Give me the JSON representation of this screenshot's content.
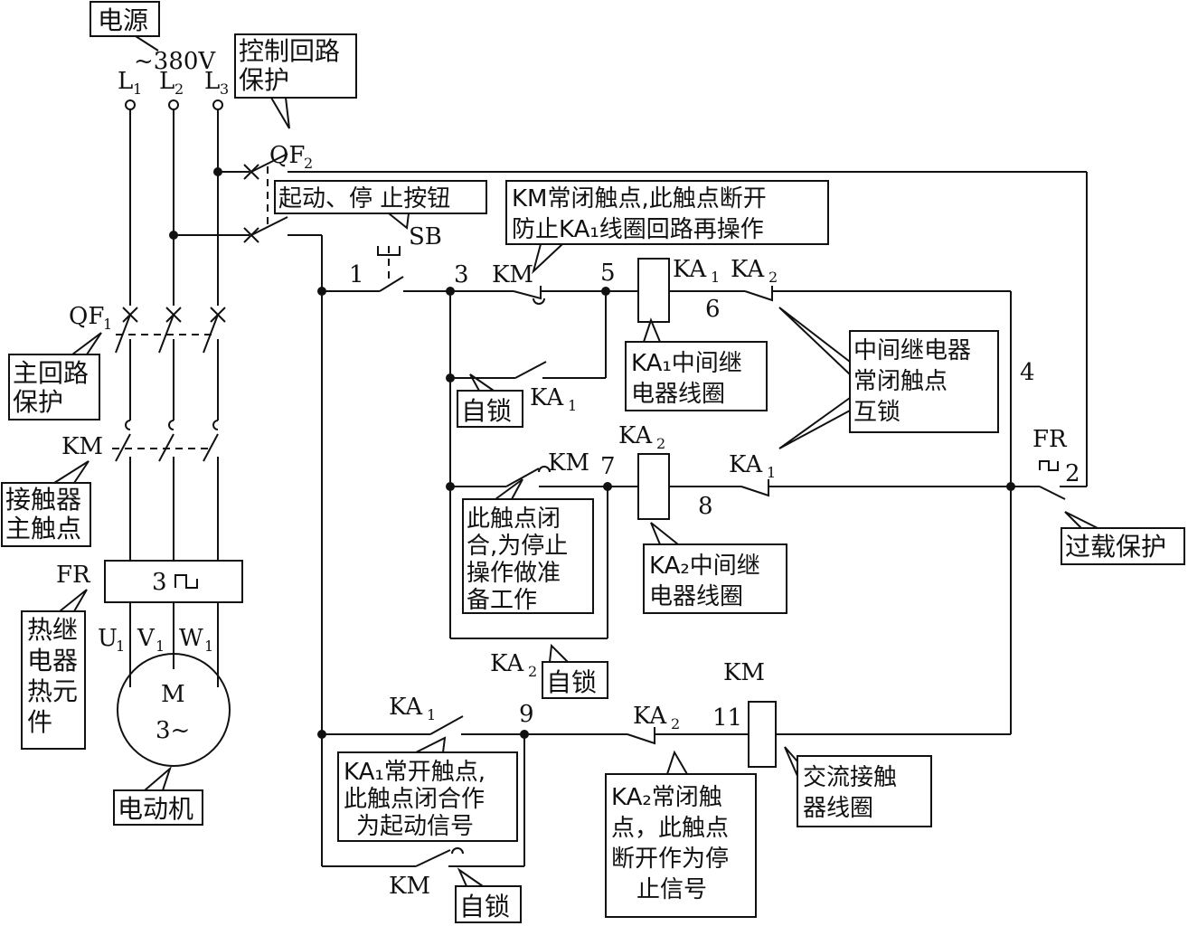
{
  "callouts": {
    "power": "电源",
    "ctrl_protect": [
      "控制回路",
      "保护"
    ],
    "start_stop": "起动、停 止按钮",
    "km_nc_note": [
      "KM常闭触点,此触点断开",
      "防止KA₁线圈回路再操作"
    ],
    "main_protect": [
      "主回路",
      "保护"
    ],
    "self_lock_1": "自锁",
    "ka1_coil": [
      "KA₁中间继",
      "电器线圈"
    ],
    "interlock": [
      "中间继电器",
      "常闭触点",
      "互锁"
    ],
    "contactor_main": [
      "接触器",
      "主触点"
    ],
    "km_no_note": [
      "此触点闭",
      "合,为停止",
      "操作做准",
      "备工作"
    ],
    "ka2_coil": [
      "KA₂中间继",
      "电器线圈"
    ],
    "overload": "过载保护",
    "thermal": [
      "热继",
      "电器",
      "热元",
      "件"
    ],
    "self_lock_2": "自锁",
    "ka1_no_note": [
      "KA₁常开触点,",
      "此触点闭合作",
      "为起动信号"
    ],
    "ka2_nc_note": [
      "KA₂常闭触",
      "点，此触点",
      "断开作为停",
      "止信号"
    ],
    "ac_coil": [
      "交流接触",
      "器线圈"
    ],
    "motor_label": "电动机",
    "self_lock_3": "自锁"
  },
  "labels": {
    "voltage": "~380V",
    "L1": "L",
    "L1_sub": "1",
    "L2": "L",
    "L2_sub": "2",
    "L3": "L",
    "L3_sub": "3",
    "QF2": "QF",
    "QF2_sub": "2",
    "QF1": "QF",
    "QF1_sub": "1",
    "SB": "SB",
    "KM_main": "KM",
    "FR_main": "FR",
    "FR_num": "3",
    "U1": "U",
    "U1_sub": "1",
    "V1": "V",
    "V1_sub": "1",
    "W1": "W",
    "W1_sub": "1",
    "motor_M": "M",
    "motor_phase": "3~",
    "node_1": "1",
    "node_2": "2",
    "node_3": "3",
    "node_4": "4",
    "node_5": "5",
    "node_6": "6",
    "node_7": "7",
    "node_8": "8",
    "node_9": "9",
    "node_11": "11",
    "KM_nc": "KM",
    "KA1_coil": "KA",
    "KA1_coil_sub": "1",
    "KA2_nc_top": "KA",
    "KA2_nc_top_sub": "2",
    "KA1_no": "KA",
    "KA1_no_sub": "1",
    "KM_no": "KM",
    "KA2_coil": "KA",
    "KA2_coil_sub": "2",
    "KA1_nc_mid": "KA",
    "KA1_nc_mid_sub": "1",
    "FR_ctrl": "FR",
    "KA2_no": "KA",
    "KA2_no_sub": "2",
    "KA1_start": "KA",
    "KA1_start_sub": "1",
    "KA2_stop": "KA",
    "KA2_stop_sub": "2",
    "KM_coil": "KM",
    "KM_bottom": "KM"
  }
}
